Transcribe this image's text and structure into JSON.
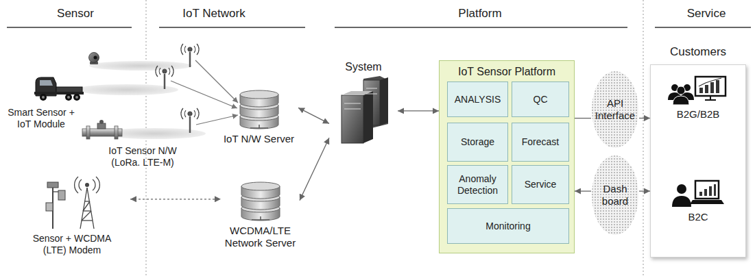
{
  "diagram": {
    "nodes": [
      {
        "text": [
          "Sensor + WCDMA (LTE) Modem"
        ]
      },
      {
        "text": [
          "IoT N/W Server"
        ]
      },
      {
        "text": [
          "WCDMA/LTE Network Server"
        ]
      },
      {
        "text": [
          "System"
        ]
      },
      {
        "text": [
          "IoT Sensor Platform"
        ]
      },
      {
        "text": [
          "ANALYSIS"
        ],
        "in": 4
      },
      {
        "text": [
          "QC"
        ],
        "in": 4
      },
      {
        "text": [
          "Storage"
        ],
        "in": 4
      },
      {
        "text": [
          "Forecast"
        ],
        "in": 4
      },
      {
        "text": [
          "Anomaly Detection"
        ],
        "in": 4
      },
      {
        "text": [
          "Service"
        ],
        "in": 4
      },
      {
        "text": [
          "Monitoring"
        ],
        "in": 4
      },
      {
        "text": [
          "API Interface"
        ]
      },
      {
        "text": [
          "Dash board"
        ]
      },
      {
        "text": [
          "Customers"
        ]
      },
      {
        "text": [
          "B2G/B2B"
        ],
        "in": 14
      },
      {
        "text": [
          "B2C"
        ],
        "in": 14
      }
    ],
    "edges": [
      {
        "from": 0,
        "to": 2,
        "arrow": "both"
      },
      {
        "from": 1,
        "to": 3,
        "arrow": "both"
      },
      {
        "from": 2,
        "to": 3,
        "arrow": "both"
      },
      {
        "from": 3,
        "to": 4,
        "arrow": "both"
      },
      {
        "from": 4,
        "to": 12,
        "arrow": "none"
      },
      {
        "from": 12,
        "to": 14,
        "arrow": "to"
      },
      {
        "from": 13,
        "to": 4,
        "arrow": "to"
      },
      {
        "from": 13,
        "to": 14,
        "arrow": "to"
      }
    ],
    "labels": [
      "Sensor",
      "IoT Network",
      "Platform",
      "Service",
      "Smart Sensor + IoT Module",
      "IoT Sensor N/W (LoRa. LTE-M)"
    ]
  }
}
